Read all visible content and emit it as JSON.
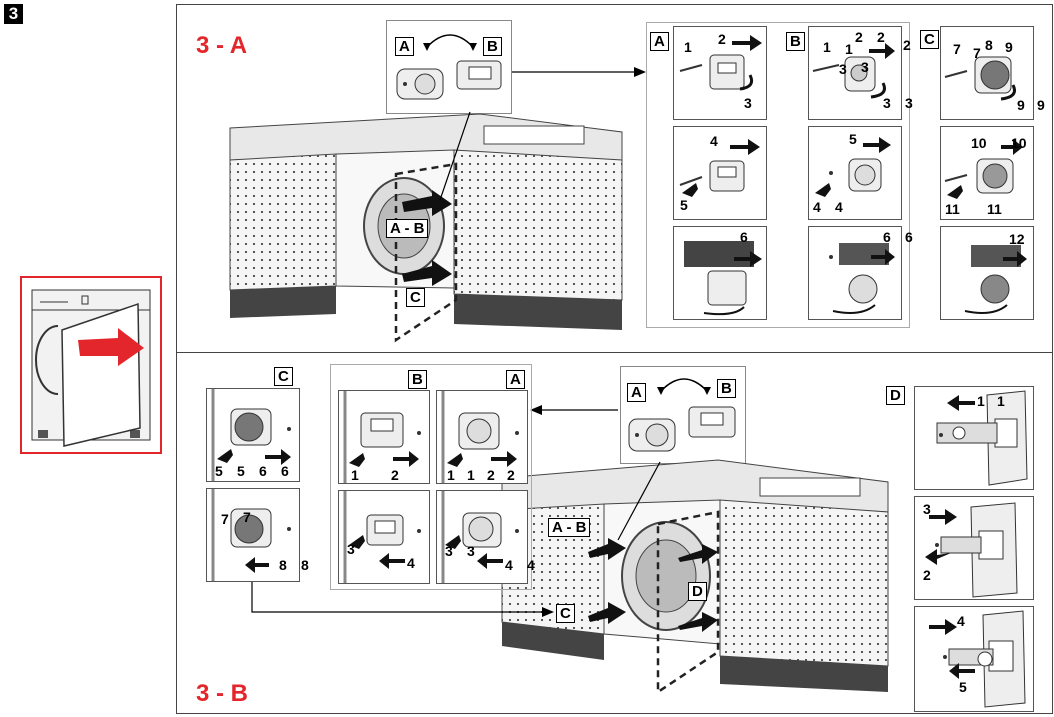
{
  "step_number": "3",
  "section_a": {
    "heading": "3 - A",
    "ab_label": "A - B",
    "c_label": "C",
    "swap": {
      "left": "A",
      "right": "B"
    },
    "panel_tags": [
      "A",
      "B",
      "C"
    ],
    "steps": {
      "a1": [
        "1",
        "2",
        "3"
      ],
      "a2": [
        "4",
        "5"
      ],
      "a3": [
        "6"
      ],
      "b1": [
        "1",
        "1",
        "2",
        "2",
        "2",
        "3",
        "3",
        "3",
        "3"
      ],
      "b2": [
        "5",
        "4",
        "4"
      ],
      "b3": [
        "6",
        "6"
      ],
      "c1": [
        "7",
        "7",
        "8",
        "9",
        "9",
        "9"
      ],
      "c2": [
        "10",
        "10",
        "11",
        "11"
      ],
      "c3": [
        "12"
      ]
    }
  },
  "section_b": {
    "heading": "3 - B",
    "ab_label": "A - B",
    "c_label": "C",
    "d_label": "D",
    "swap": {
      "left": "A",
      "right": "B"
    },
    "panel_tags": [
      "C",
      "B",
      "A",
      "D"
    ],
    "steps": {
      "c1": [
        "5",
        "5",
        "6",
        "6"
      ],
      "c2": [
        "7",
        "7",
        "8",
        "8"
      ],
      "b1": [
        "1",
        "2"
      ],
      "b2": [
        "3",
        "4"
      ],
      "a1": [
        "1",
        "1",
        "2",
        "2"
      ],
      "a2": [
        "3",
        "3",
        "4",
        "4"
      ],
      "d1": [
        "1",
        "1"
      ],
      "d2": [
        "3",
        "2"
      ],
      "d3": [
        "4",
        "5"
      ]
    }
  },
  "colors": {
    "accent": "#e3262b",
    "line": "#000000",
    "panel_bg": "#f4f4f4"
  }
}
